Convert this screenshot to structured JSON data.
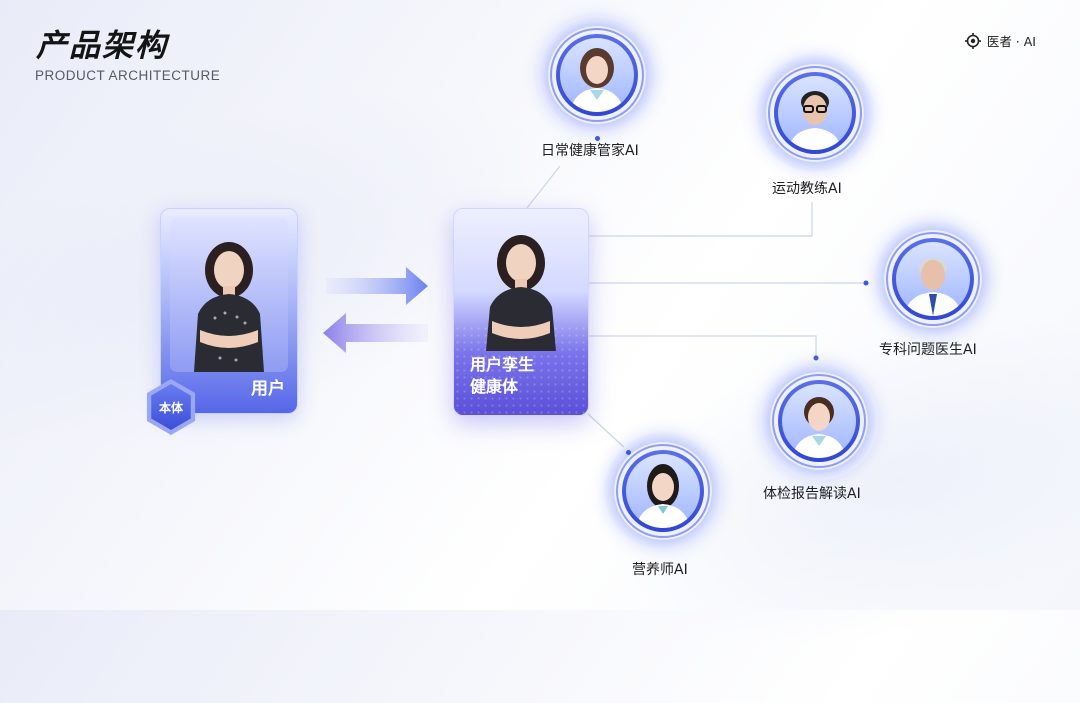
{
  "header": {
    "title": "产品架构",
    "subtitle": "PRODUCT ARCHITECTURE",
    "brand": "医者 · AI"
  },
  "user_card": {
    "label": "用户",
    "badge": "本体"
  },
  "twin_card": {
    "line1": "用户孪生",
    "line2": "健康体"
  },
  "agents": {
    "daily": "日常健康管家AI",
    "coach": "运动教练AI",
    "specialist": "专科问题医生AI",
    "report": "体检报告解读AI",
    "nutrition": "营养师AI"
  },
  "colors": {
    "accent": "#4a5ee6",
    "twin_purple": "#5b4fd8",
    "arrow": "#7b8cf0"
  }
}
